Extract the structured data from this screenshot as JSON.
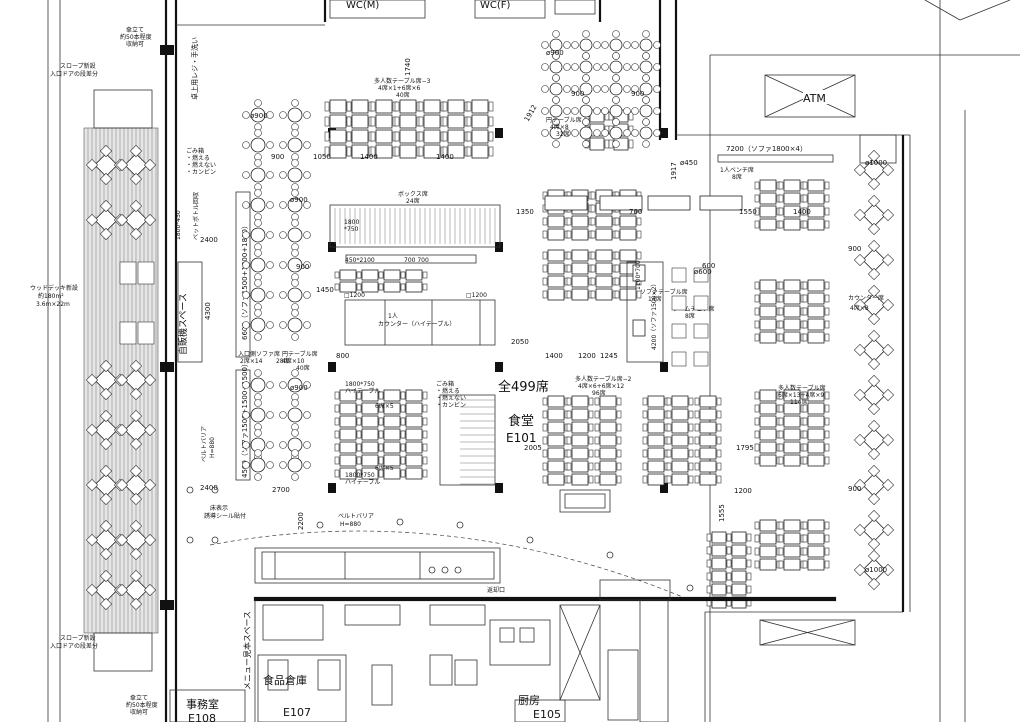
{
  "rooms": {
    "wc_m": "WC(M)",
    "wc_f": "WC(F)",
    "atm": "ATM",
    "dining_name": "食堂",
    "dining_code": "E101",
    "office_name": "事務室",
    "office_code": "E108",
    "storage_name": "食品倉庫",
    "storage_code": "E107",
    "kitchen_name": "厨房",
    "kitchen_code": "E105",
    "total_seats": "全499席"
  },
  "deck": {
    "label_line1": "ウッドデッキ新設",
    "label_line2": "約180m²",
    "label_line3": "3.6m×22m"
  },
  "slope": {
    "top_line1": "スロープ新設",
    "top_line2": "入口ドアの段差分",
    "bottom_line1": "スロープ新設",
    "bottom_line2": "入口ドアの段差分"
  },
  "umbrella": {
    "top_line1": "傘立て",
    "top_line2": "約50本程度",
    "top_line3": "収納可",
    "bottom_line1": "傘立て",
    "bottom_line2": "約50本程度",
    "bottom_line3": "収納可"
  },
  "trash": {
    "left_1": "ごみ箱",
    "left_2": "・燃える",
    "left_3": "・燃えない",
    "left_4": "・カンビン",
    "mid_1": "ごみ箱",
    "mid_2": "・燃える",
    "mid_3": "・燃えない",
    "mid_4": "・カンビン"
  },
  "labels": {
    "vending": "自販機スペース",
    "menu_space": "メニュー見本スペース",
    "side_counter": "卓上用レジ・手洗い",
    "pet_shelf": "ペットボトル回収",
    "belt_barrier_left": "ベルトバリア",
    "belt_barrier_left_h": "H=880",
    "belt_barrier_bottom": "ベルトバリア",
    "belt_barrier_bottom_h": "H=880",
    "floor_sign_1": "床表示",
    "floor_sign_2": "誘導シール貼付",
    "bench": "1人ベンチ席",
    "bench_seats": "8席",
    "bench_dim": "7200（ソファ1800×4）",
    "sofa_table": "ソファテーブル席",
    "sofa_table_seats": "14席",
    "armchair": "アームチェア席",
    "armchair_seats": "8席",
    "box": "ボックス席",
    "box_seats": "24席",
    "high_table_1": "1800*750",
    "high_table_1b": "ハイテーブル",
    "high_table_2": "1800*750",
    "high_table_2b": "ハイテーブル",
    "multi3": "多人数テーブル席−3",
    "multi3_b": "4席×1+6席×6",
    "multi3_c": "40席",
    "round": "円テーブル席",
    "round_b": "4席×8",
    "round_c": "32席",
    "multi2": "多人数テーブル席−2",
    "multi2_b": "4席×6+6席×12",
    "multi2_c": "96席",
    "multi1": "多人数テーブル席",
    "multi1_b": "6席×13+4席×9",
    "multi1_c": "114席",
    "counter": "カウンター席",
    "counter_b": "4席×8",
    "round_left": "円テーブル席",
    "round_left_b": "4席×10",
    "round_left_c": "40席",
    "sofa_left": "入口側ソファ席",
    "sofa_left_b": "2席×14",
    "sofa_left_c": "28席",
    "counter_center": "1人",
    "counter_center_b": "カウンター（ハイテーブル）",
    "seats_center": "6席×5",
    "seats_center2": "6席×5",
    "return_shelf": "返却口"
  },
  "dims": {
    "d2400a": "2400",
    "d2400b": "2400",
    "d4300": "4300",
    "d2200": "2200",
    "d2700": "2700",
    "d1350": "1350",
    "d1550": "1550",
    "d1400a": "1400",
    "d1400b": "1400",
    "d1400c": "1400",
    "d1400d": "1400",
    "d900a": "900",
    "d900b": "900",
    "d900c": "900",
    "d900d": "900",
    "d900e": "900",
    "d900f": "900",
    "d700": "700",
    "d1050": "1050",
    "d2050": "2050",
    "d1245": "1245",
    "d2005": "2005",
    "d1795": "1795",
    "d1200a": "1200",
    "d1200b": "1200",
    "d1555": "1555",
    "d1912": "1912",
    "d1917": "1917",
    "d1740": "1740",
    "d1450": "1450",
    "d800": "800",
    "d600": "600",
    "phi900a": "ø900",
    "phi900b": "ø900",
    "phi900c": "ø900",
    "phi900d": "ø900",
    "phi450": "ø450",
    "phi1000a": "ø1000",
    "phi1000b": "ø1000",
    "phi600": "ø600",
    "q1200a": "□1200",
    "q1200b": "□1200",
    "tbl_450_2100": "450*2100",
    "tbl_1800_450": "1800*450",
    "tbl_700_700": "700  700",
    "tbl_1100_700": "1100*700",
    "tbl_1800_750a": "1800",
    "tbl_1800_750b": "*750",
    "sofa_dim_left": "6600（ソファ1500+1800+1800）",
    "sofa_dim_left2": "4500（ソファ1500+1500+1500）",
    "sofa_dim_center": "4200（ソファ1500×2）"
  },
  "colors": {
    "line": "#222222",
    "deck_fill": "#e6e6e6",
    "background": "#ffffff"
  }
}
